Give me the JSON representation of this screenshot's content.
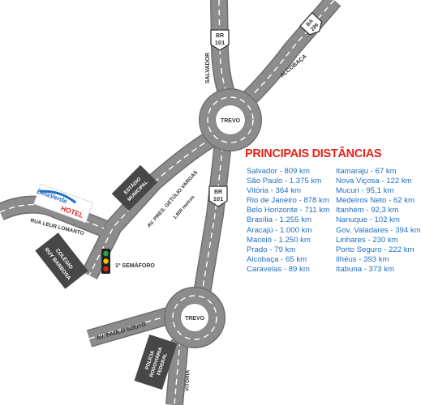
{
  "roads": {
    "br101_top": "BR 101",
    "br101_mid": "BR 101",
    "ba286": "BA 286",
    "salvador": "SALVADOR",
    "alcobaca": "ALCOBAÇA",
    "getulio": "AV. PRES. GETÚLIO VARGAS",
    "getulio_dist": "1.800 metros",
    "rua_leur": "RUA LEUR LOMANTO",
    "paulo_souto": "AV. PAULO SOUTO",
    "vitoria": "VITÓRIA",
    "trevo_top": "TREVO",
    "trevo_bottom": "TREVO"
  },
  "places": {
    "estadio": [
      "ESTÁDIO",
      "MUNICIPAL"
    ],
    "colegio": [
      "COLÉGIO",
      "RUY BARBOSA"
    ],
    "policia": [
      "POLÍCIA",
      "RODOVIÁRIA",
      "FEDERAL"
    ],
    "semaforo": "1º SEMÁFORO",
    "hotel_logo": "BelaVerde HOTEL"
  },
  "colors": {
    "road": "#8c8c8c",
    "road_edge": "#6e6e6e",
    "lane": "#ffffff",
    "block": "#474747",
    "title_red": "#e2231a",
    "text_blue": "#1f6fc4"
  },
  "distances": {
    "title": "PRINCIPAIS DISTÂNCIAS",
    "left": [
      "Salvador - 809 km",
      "São Paulo - 1.375 km",
      "Vitória - 364 km",
      "Rio de Janeiro - 878 km",
      "Belo Horizonte - 711 km",
      "Brasília - 1.255 km",
      "Aracajú - 1.000 km",
      "Maceió - 1.250 km",
      "Prado - 79 km",
      "Alcobaça - 65 km",
      "Caravelas - 89 km"
    ],
    "right": [
      "Itamaraju - 67 km",
      "Nova Viçosa - 122 km",
      "Mucuri - 95,1 km",
      "Medeiros Neto - 62 km",
      "Itanhém - 92,3 km",
      "Nanuque - 102 km",
      "Gov. Valadares - 394 km",
      "Linhares - 230 km",
      "Porto Seguro - 222 km",
      "Ilhéus - 393 km",
      "Itabuna - 373 km"
    ]
  }
}
